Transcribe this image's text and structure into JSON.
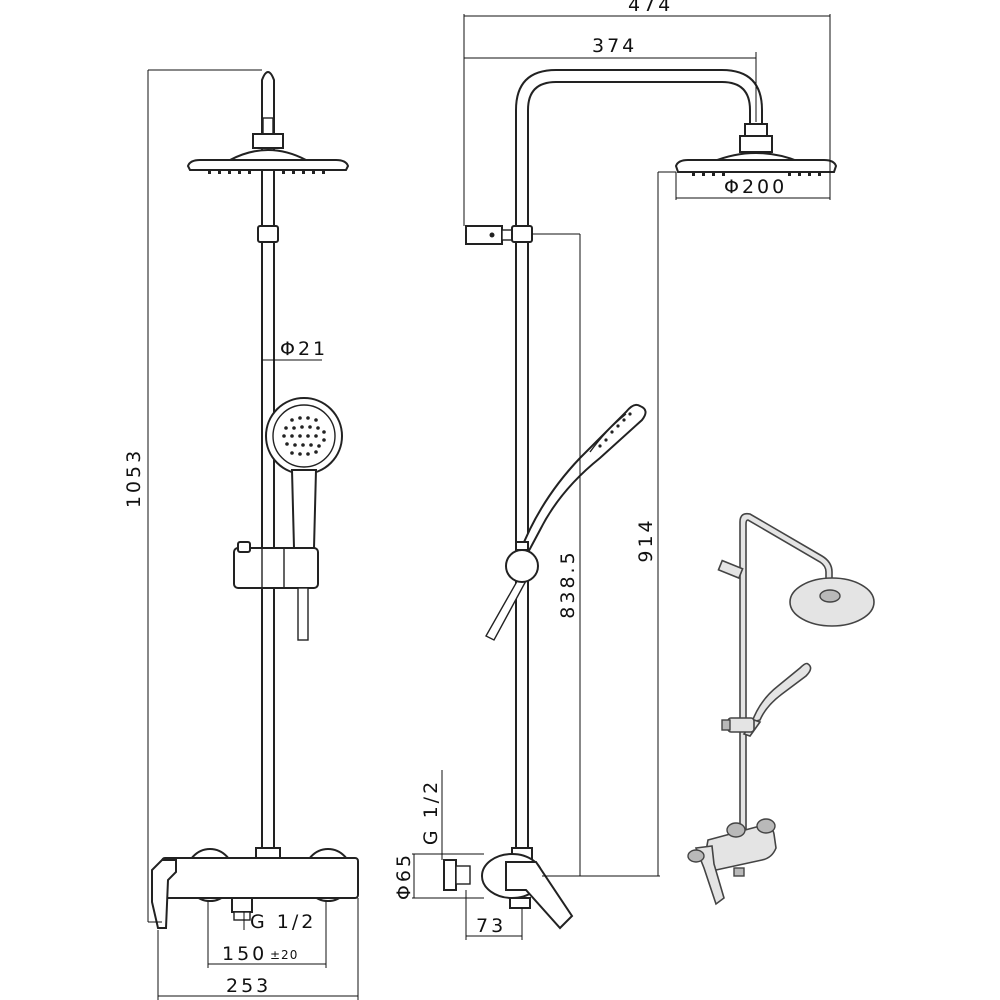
{
  "drawing": {
    "dimensions": {
      "overall_height": "1053",
      "riser_diameter": "Φ21",
      "inlet_thread_front": "G 1/2",
      "inlet_centres": "150",
      "inlet_centres_tolerance": "±20",
      "mixer_width": "253",
      "total_projection": "474",
      "arm_reach": "374",
      "head_diameter": "Φ200",
      "head_height": "914",
      "bracket_height": "838.5",
      "inlet_thread_side": "G 1/2",
      "body_diameter": "Φ65",
      "wall_offset": "73"
    },
    "colors": {
      "line": "#222222",
      "iso_fill": "#e4e4e4",
      "iso_shade": "#b9b9b9"
    }
  }
}
